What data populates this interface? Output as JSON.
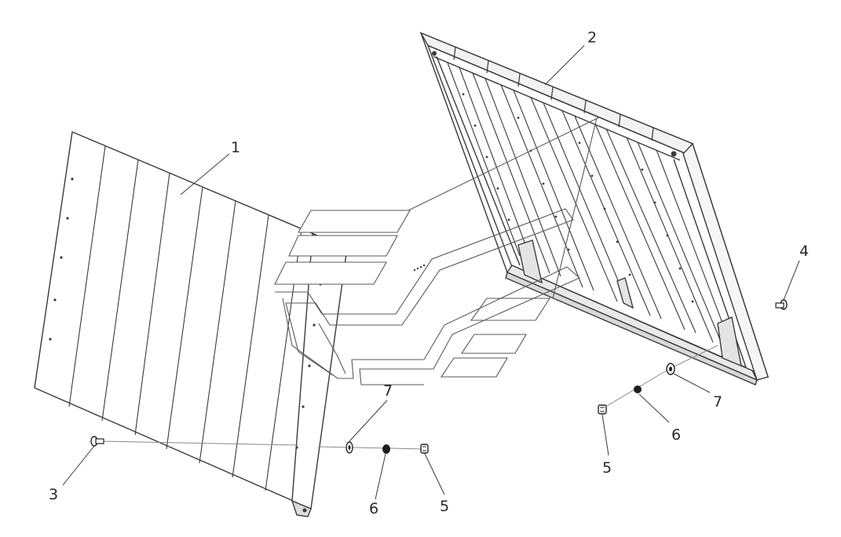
{
  "callouts": {
    "c1": "1",
    "c2": "2",
    "c3": "3",
    "c4": "4",
    "c5_left": "5",
    "c6_left": "6",
    "c7_left": "7",
    "c5_right": "5",
    "c6_right": "6",
    "c7_right": "7"
  },
  "colors": {
    "line": "#3a3a3a",
    "fine": "#8a8a8a",
    "panel": "#ffffff",
    "part": "#222222"
  }
}
